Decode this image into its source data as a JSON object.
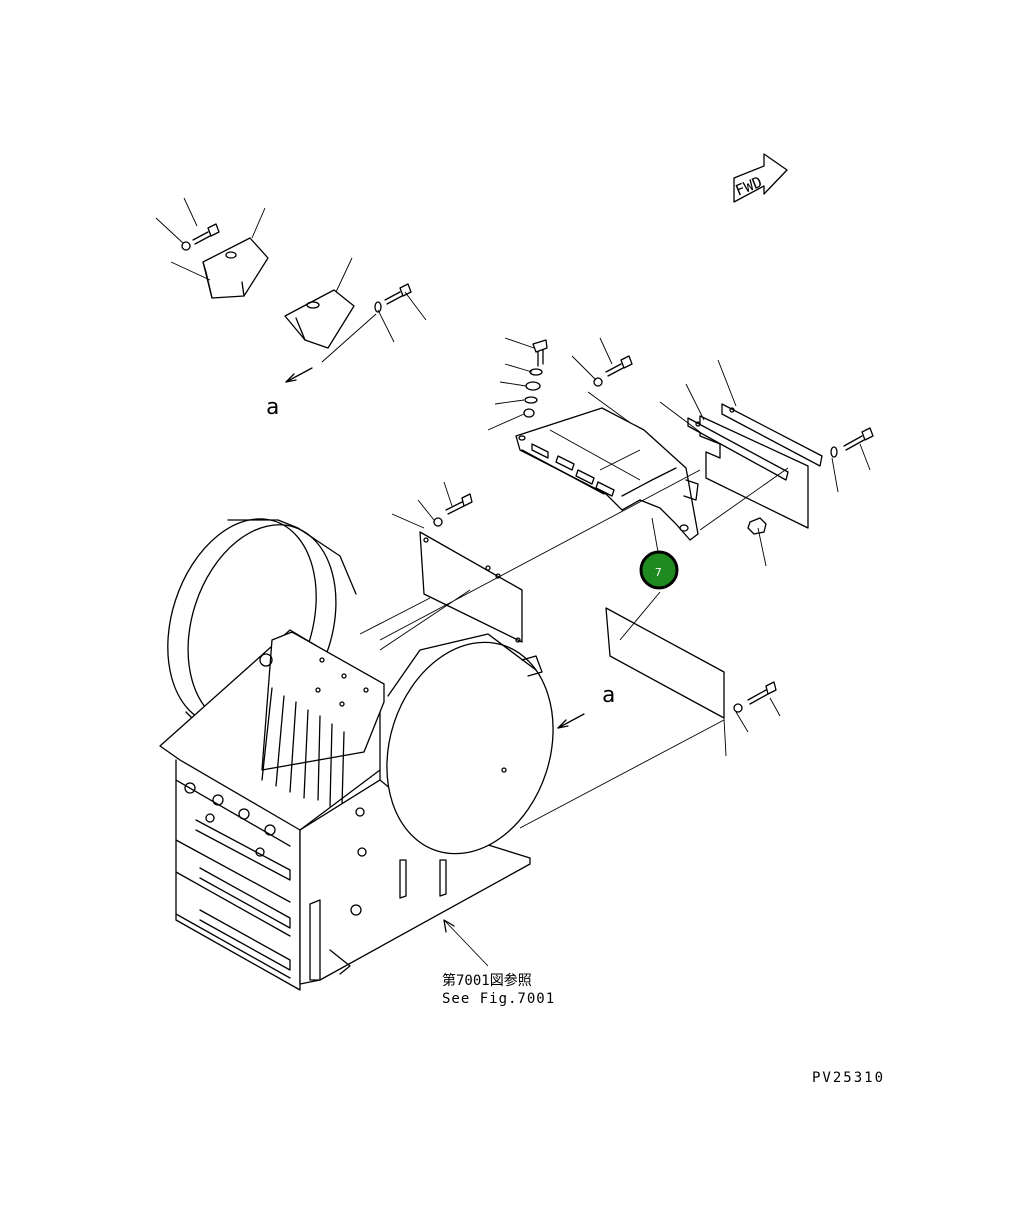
{
  "diagram": {
    "drawing_number": "PV25310",
    "fwd_label": "FWD",
    "view_marker": "a",
    "reference_text_jp": "第7001図参照",
    "reference_text_en": "See Fig.7001",
    "callout": {
      "number": "7",
      "color": "#1f8a1f"
    }
  }
}
